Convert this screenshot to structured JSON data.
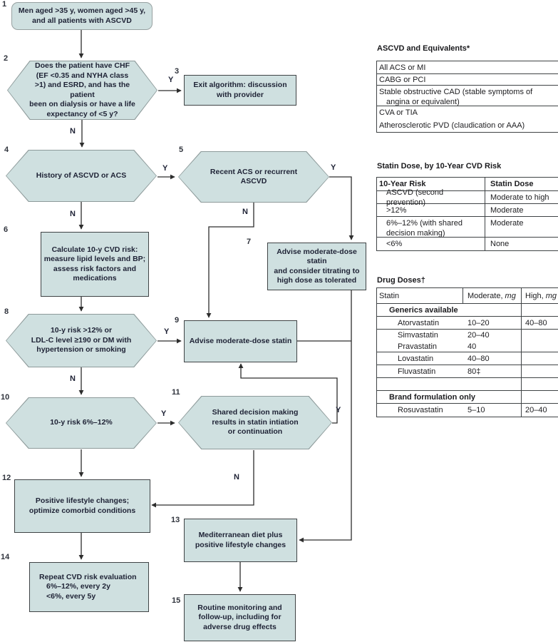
{
  "flow": {
    "yn": {
      "yes": "Y",
      "no": "N"
    },
    "nodes": {
      "n1": {
        "num": "1",
        "lines": [
          "Men aged >35 y, women aged >45 y,",
          "and all patients with ASCVD"
        ]
      },
      "n2": {
        "num": "2",
        "lines": [
          "Does the patient have CHF",
          "(EF <0.35 and NYHA class",
          ">1) and ESRD, and has the patient",
          "been on dialysis or have a life",
          "expectancy of <5 y?"
        ]
      },
      "n3": {
        "num": "3",
        "lines": [
          "Exit algorithm: discussion",
          "with provider"
        ]
      },
      "n4": {
        "num": "4",
        "lines": [
          "History of ASCVD or ACS"
        ]
      },
      "n5": {
        "num": "5",
        "lines": [
          "Recent ACS or recurrent",
          "ASCVD"
        ]
      },
      "n6": {
        "num": "6",
        "lines": [
          "Calculate 10-y CVD risk:",
          "measure lipid levels and BP;",
          "assess risk factors and",
          "medications"
        ]
      },
      "n7": {
        "num": "7",
        "lines": [
          "Advise moderate-dose statin",
          "and consider titrating to",
          "high dose as tolerated"
        ]
      },
      "n8": {
        "num": "8",
        "lines": [
          "10-y risk >12% or",
          "LDL-C level ≥190 or DM with",
          "hypertension or smoking"
        ]
      },
      "n9": {
        "num": "9",
        "lines": [
          "Advise moderate-dose statin"
        ]
      },
      "n10": {
        "num": "10",
        "lines": [
          "10-y risk 6%–12%"
        ]
      },
      "n11": {
        "num": "11",
        "lines": [
          "Shared decision making",
          "results in statin intiation",
          "or continuation"
        ]
      },
      "n12": {
        "num": "12",
        "lines": [
          "Positive lifestyle changes;",
          "optimize comorbid conditions"
        ]
      },
      "n13": {
        "num": "13",
        "lines": [
          "Mediterranean diet plus",
          "positive lifestyle changes"
        ]
      },
      "n14": {
        "num": "14",
        "title": "Repeat CVD risk evaluation",
        "sub_lines": [
          "6%–12%, every 2y",
          "<6%, every 5y"
        ]
      },
      "n15": {
        "num": "15",
        "lines": [
          "Routine monitoring and",
          "follow-up, including for",
          "adverse drug effects"
        ]
      }
    }
  },
  "tables": {
    "ascvd": {
      "title": "ASCVD and Equivalents*",
      "rows": [
        {
          "line1": "All ACS or MI"
        },
        {
          "line1": "CABG or PCI"
        },
        {
          "line1": "Stable obstructive CAD (stable symptoms of",
          "line2": "angina or equivalent)"
        },
        {
          "line1": "CVA or TIA"
        },
        {
          "line1": "Atherosclerotic PVD (claudication or AAA)"
        }
      ]
    },
    "statin_dose": {
      "title": "Statin Dose, by 10-Year CVD Risk",
      "headers": {
        "risk": "10-Year Risk",
        "dose": "Statin Dose"
      },
      "rows": [
        {
          "risk": "ASCVD (second prevention)",
          "dose": "Moderate to high"
        },
        {
          "risk": ">12%",
          "dose": "Moderate"
        },
        {
          "risk": "6%–12% (with shared decision making)",
          "dose": "Moderate"
        },
        {
          "risk": "<6%",
          "dose": "None"
        }
      ]
    },
    "drug_doses": {
      "title": "Drug Doses†",
      "headers": {
        "statin": "Statin",
        "moderate": "Moderate,",
        "moderate_unit": "mg",
        "high": "High,",
        "high_unit": "mg"
      },
      "rows": [
        {
          "statin": "Generics available"
        },
        {
          "statin": "Atorvastatin",
          "moderate": "10–20",
          "high": "40–80"
        },
        {
          "statin": "Simvastatin",
          "moderate": "20–40",
          "high": ""
        },
        {
          "statin": "Pravastatin",
          "moderate": "40",
          "high": ""
        },
        {
          "statin": "Lovastatin",
          "moderate": "40–80",
          "high": ""
        },
        {
          "statin": "Fluvastatin",
          "moderate": "80‡",
          "high": ""
        },
        {
          "statin": "Brand formulation only"
        },
        {
          "statin": "Rosuvastatin",
          "moderate": "5–10",
          "high": "20–40"
        }
      ]
    }
  },
  "colors": {
    "node_fill": "#cfe0e0",
    "rect_border": "#3f4345",
    "hex_border": "#8d9a9a"
  }
}
